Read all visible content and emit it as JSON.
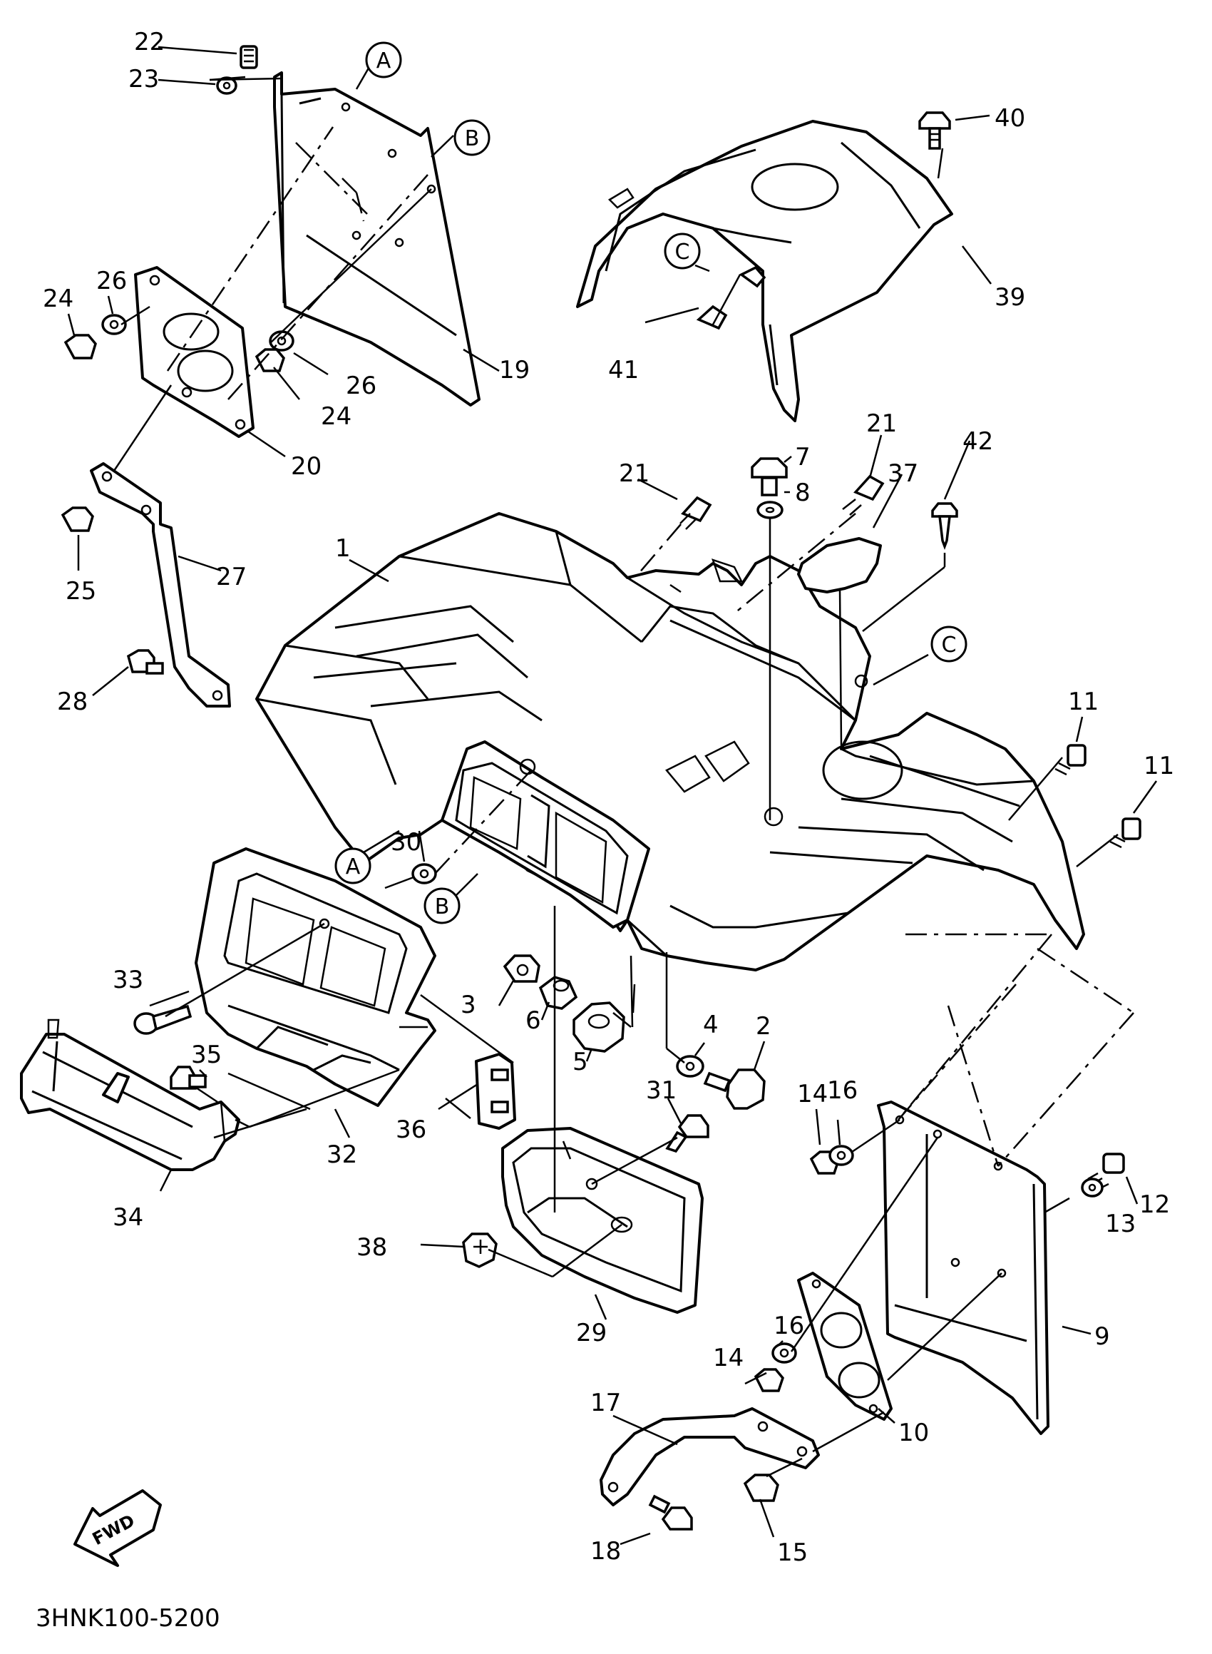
{
  "diagram_code": "3HNK100-5200",
  "fwd_label": "FWD",
  "callouts": [
    {
      "id": "A",
      "label": "A"
    },
    {
      "id": "B",
      "label": "B"
    },
    {
      "id": "C",
      "label": "C"
    }
  ],
  "part_numbers": [
    "1",
    "2",
    "3",
    "4",
    "5",
    "6",
    "7",
    "8",
    "9",
    "10",
    "11",
    "12",
    "13",
    "14",
    "15",
    "16",
    "17",
    "18",
    "19",
    "20",
    "21",
    "22",
    "23",
    "24",
    "25",
    "26",
    "27",
    "28",
    "29",
    "30",
    "31",
    "32",
    "33",
    "34",
    "35",
    "36",
    "37",
    "38",
    "39",
    "40",
    "41",
    "42"
  ]
}
